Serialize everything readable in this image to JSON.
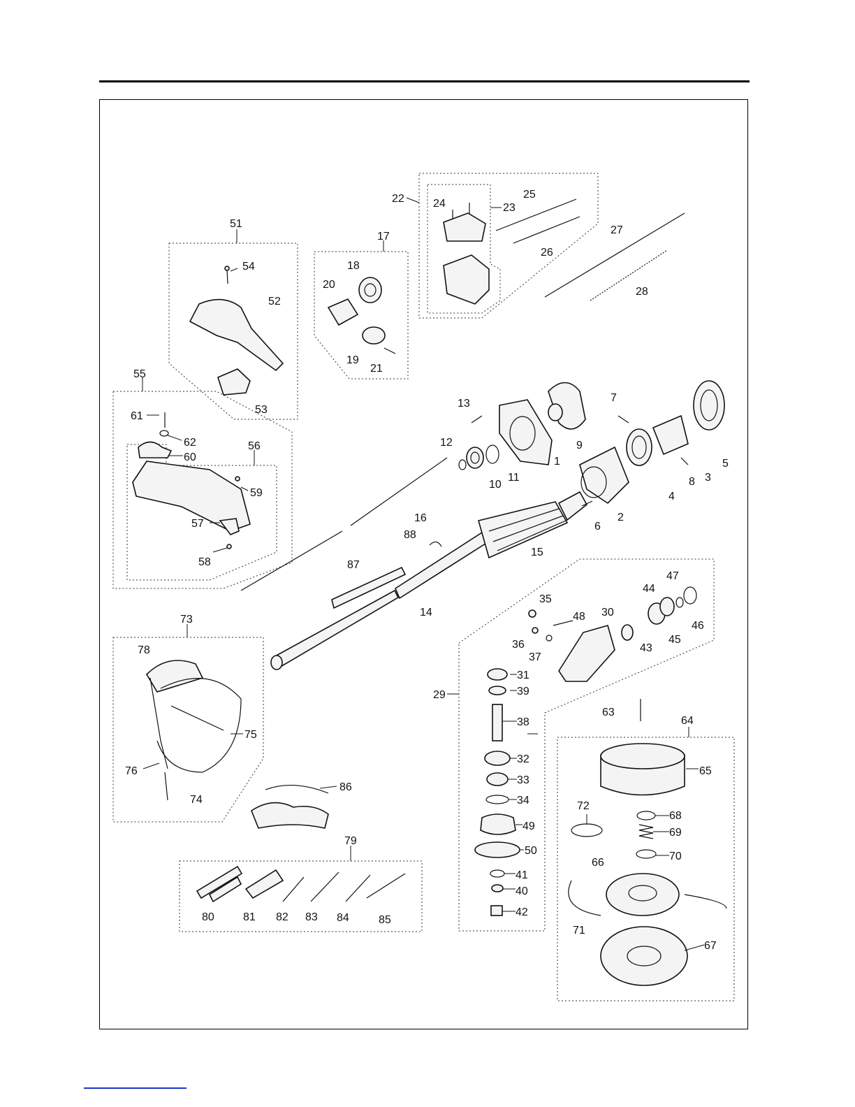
{
  "callouts": [
    {
      "id": "1",
      "text": "1"
    },
    {
      "id": "2",
      "text": "2"
    },
    {
      "id": "3",
      "text": "3"
    },
    {
      "id": "4",
      "text": "4"
    },
    {
      "id": "5",
      "text": "5"
    },
    {
      "id": "6",
      "text": "6"
    },
    {
      "id": "7",
      "text": "7"
    },
    {
      "id": "8",
      "text": "8"
    },
    {
      "id": "9",
      "text": "9"
    },
    {
      "id": "10",
      "text": "10"
    },
    {
      "id": "11",
      "text": "11"
    },
    {
      "id": "12",
      "text": "12"
    },
    {
      "id": "13",
      "text": "13"
    },
    {
      "id": "14",
      "text": "14"
    },
    {
      "id": "15",
      "text": "15"
    },
    {
      "id": "16",
      "text": "16"
    },
    {
      "id": "17",
      "text": "17"
    },
    {
      "id": "18",
      "text": "18"
    },
    {
      "id": "19",
      "text": "19"
    },
    {
      "id": "20",
      "text": "20"
    },
    {
      "id": "21",
      "text": "21"
    },
    {
      "id": "22",
      "text": "22"
    },
    {
      "id": "23",
      "text": "23"
    },
    {
      "id": "24",
      "text": "24"
    },
    {
      "id": "25",
      "text": "25"
    },
    {
      "id": "26",
      "text": "26"
    },
    {
      "id": "27",
      "text": "27"
    },
    {
      "id": "28",
      "text": "28"
    },
    {
      "id": "29",
      "text": "29"
    },
    {
      "id": "30",
      "text": "30"
    },
    {
      "id": "31",
      "text": "31"
    },
    {
      "id": "32",
      "text": "32"
    },
    {
      "id": "33",
      "text": "33"
    },
    {
      "id": "34",
      "text": "34"
    },
    {
      "id": "35",
      "text": "35"
    },
    {
      "id": "36",
      "text": "36"
    },
    {
      "id": "37",
      "text": "37"
    },
    {
      "id": "38",
      "text": "38"
    },
    {
      "id": "39",
      "text": "39"
    },
    {
      "id": "40",
      "text": "40"
    },
    {
      "id": "41",
      "text": "41"
    },
    {
      "id": "42",
      "text": "42"
    },
    {
      "id": "43",
      "text": "43"
    },
    {
      "id": "44",
      "text": "44"
    },
    {
      "id": "45",
      "text": "45"
    },
    {
      "id": "46",
      "text": "46"
    },
    {
      "id": "47",
      "text": "47"
    },
    {
      "id": "48",
      "text": "48"
    },
    {
      "id": "49",
      "text": "49"
    },
    {
      "id": "50",
      "text": "50"
    },
    {
      "id": "51",
      "text": "51"
    },
    {
      "id": "52",
      "text": "52"
    },
    {
      "id": "53",
      "text": "53"
    },
    {
      "id": "54",
      "text": "54"
    },
    {
      "id": "55",
      "text": "55"
    },
    {
      "id": "56",
      "text": "56"
    },
    {
      "id": "57",
      "text": "57"
    },
    {
      "id": "58",
      "text": "58"
    },
    {
      "id": "59",
      "text": "59"
    },
    {
      "id": "60",
      "text": "60"
    },
    {
      "id": "61",
      "text": "61"
    },
    {
      "id": "62",
      "text": "62"
    },
    {
      "id": "63",
      "text": "63"
    },
    {
      "id": "64",
      "text": "64"
    },
    {
      "id": "65",
      "text": "65"
    },
    {
      "id": "66",
      "text": "66"
    },
    {
      "id": "67",
      "text": "67"
    },
    {
      "id": "68",
      "text": "68"
    },
    {
      "id": "69",
      "text": "69"
    },
    {
      "id": "70",
      "text": "70"
    },
    {
      "id": "71",
      "text": "71"
    },
    {
      "id": "72",
      "text": "72"
    },
    {
      "id": "73",
      "text": "73"
    },
    {
      "id": "74",
      "text": "74"
    },
    {
      "id": "75",
      "text": "75"
    },
    {
      "id": "76",
      "text": "76"
    },
    {
      "id": "78",
      "text": "78"
    },
    {
      "id": "79",
      "text": "79"
    },
    {
      "id": "80",
      "text": "80"
    },
    {
      "id": "81",
      "text": "81"
    },
    {
      "id": "82",
      "text": "82"
    },
    {
      "id": "83",
      "text": "83"
    },
    {
      "id": "84",
      "text": "84"
    },
    {
      "id": "85",
      "text": "85"
    },
    {
      "id": "86",
      "text": "86"
    },
    {
      "id": "87",
      "text": "87"
    },
    {
      "id": "88",
      "text": "88"
    }
  ]
}
